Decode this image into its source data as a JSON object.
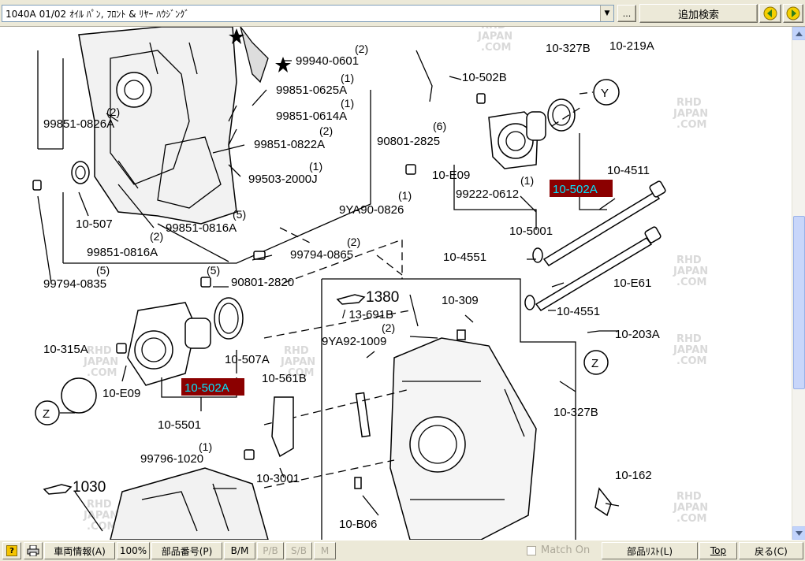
{
  "topbar": {
    "title": "1040A 01/02 ｵｲﾙ ﾊﾟﾝ, ﾌﾛﾝﾄ & ﾘﾔｰ ﾊｳｼﾞﾝｸﾞ",
    "ellipsis_label": "...",
    "search_label": "追加検索"
  },
  "diagram": {
    "watermark_line1": "RHD",
    "watermark_line2": "JAPAN",
    "watermark_line3": ".COM",
    "labels": {
      "l1": "99940-0601",
      "l1q": "(2)",
      "l2": "99851-0625A",
      "l2q": "(1)",
      "l3": "99851-0614A",
      "l3q": "(1)",
      "l4": "99851-0826A",
      "l4q": "(2)",
      "l5": "99851-0822A",
      "l5q": "(2)",
      "l6": "99503-2000J",
      "l6q": "(1)",
      "l7": "10-507",
      "l8": "99851-0816A",
      "l8q": "(2)",
      "l9": "99851-0816A",
      "l9q": "(5)",
      "l10": "99794-0835",
      "l10q": "(5)",
      "l11": "99794-0865",
      "l11q": "(2)",
      "l12": "90801-2820",
      "l12q": "(5)",
      "l13": "10-327B",
      "l14": "10-219A",
      "l15": "10-502B",
      "l16": "90801-2825",
      "l16q": "(6)",
      "l17": "10-E09",
      "l18": "99222-0612",
      "l18q": "(1)",
      "l19": "10-502A",
      "l20": "10-4511",
      "l21": "10-5001",
      "l22": "9YA90-0826",
      "l22q": "(1)",
      "l23": "10-4551",
      "l24": "10-E61",
      "l25": "10-4551",
      "l26": "1380",
      "l27": "/ 13-691B",
      "l28": "10-309",
      "l29": "9YA92-1009",
      "l29q": "(2)",
      "l30": "10-203A",
      "l31": "10-315A",
      "l32": "10-E09",
      "l33": "10-502A",
      "l34": "10-507A",
      "l35": "10-561B",
      "l36": "10-5501",
      "l37": "99796-1020",
      "l37q": "(1)",
      "l38": "10-3001",
      "l39": "1030",
      "l40": "10-327B",
      "l41": "10-162",
      "l42": "10-B06",
      "ref_y": "Y",
      "ref_z1": "Z",
      "ref_z2": "Z"
    }
  },
  "bottombar": {
    "vehicle_info": "車両情報(A)",
    "zoom": "100%",
    "part_number": "部品番号(P)",
    "bm": "B/M",
    "pb": "P/B",
    "sb": "S/B",
    "m": "M",
    "match_on": "Match On",
    "parts_list": "部品ﾘｽﾄ(L)",
    "top": "Top",
    "back": "戻る(C)"
  },
  "colors": {
    "highlight_bg": "#8b0000",
    "highlight_text": "#00e5ff",
    "chrome": "#ece9d8",
    "scroll": "#c1d3fb"
  },
  "icons": {
    "prev": "left-arrow-icon",
    "next": "right-arrow-icon",
    "help": "help-icon",
    "print": "printer-icon"
  }
}
